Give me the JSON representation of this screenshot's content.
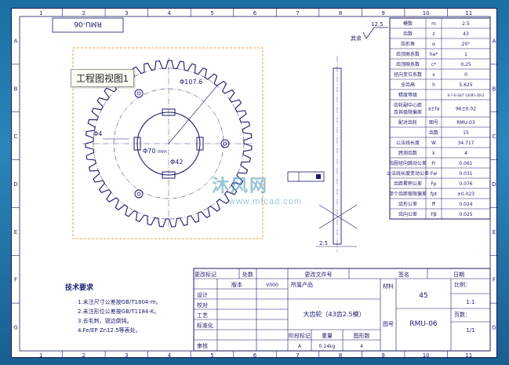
{
  "drawing": {
    "part_code_top": "RMU-06",
    "view_label": "工程图视图1",
    "dim_outer_dia": "Φ107.6",
    "dim_bore": "Φ70",
    "dim_bore_unit": "mm",
    "dim_hole_a": "Φ4",
    "dim_hole_b": "Φ42",
    "surface_finish": "12.5",
    "surface_finish_label": "其余",
    "side_dim": "2.5"
  },
  "border": {
    "columns": [
      "1",
      "2",
      "3",
      "4",
      "5",
      "6",
      "7",
      "8",
      "9",
      "10",
      "11"
    ],
    "rows": [
      "A",
      "B",
      "C",
      "D",
      "E",
      "F",
      "G"
    ]
  },
  "param_table": [
    {
      "name": "模数",
      "sym": "m",
      "val": "2.5"
    },
    {
      "name": "齿数",
      "sym": "z",
      "val": "43"
    },
    {
      "name": "齿形角",
      "sym": "α",
      "val": "20°"
    },
    {
      "name": "齿顶高系数",
      "sym": "ha*",
      "val": "1"
    },
    {
      "name": "齿顶隙系数",
      "sym": "c*",
      "val": "0.25"
    },
    {
      "name": "径向变位系数",
      "sym": "x",
      "val": "0"
    },
    {
      "name": "全齿高",
      "sym": "h",
      "val": "5.625"
    },
    {
      "name": "精度等级",
      "sym": "",
      "val": "8-7-8 GB/T 10095-2001"
    },
    {
      "name": "齿轮副中心距及其极限偏差",
      "sym": "a±fa",
      "val": "96±0.02"
    },
    {
      "name": "配对齿轮",
      "sym": "图号",
      "val": "RMU-03"
    },
    {
      "name": "",
      "sym": "齿数",
      "val": "15"
    },
    {
      "name": "公法线长度",
      "sym": "W",
      "val": "34.717"
    },
    {
      "name": "跨测齿数",
      "sym": "k",
      "val": "4"
    },
    {
      "name": "齿圈径向跳动公差",
      "sym": "Fr",
      "val": "0.061"
    },
    {
      "name": "公法线长度变动公差",
      "sym": "Fw",
      "val": "0.031"
    },
    {
      "name": "齿距累积公差",
      "sym": "Fp",
      "val": "0.076"
    },
    {
      "name": "单个齿距极限偏差",
      "sym": "fpt",
      "val": "±0.023"
    },
    {
      "name": "齿形公差",
      "sym": "ff",
      "val": "0.024"
    },
    {
      "name": "齿向公差",
      "sym": "Fβ",
      "val": "0.025"
    }
  ],
  "tech_req": {
    "title": "技术要求",
    "items": [
      "1.未注尺寸公差按GB/T1804-m。",
      "2.未注形位公差按GB/T1184-K。",
      "3.去毛刺，锐边倒钝。",
      "4.Fe/EP Zn12.5等表处。"
    ]
  },
  "title_block": {
    "header": {
      "mark": "更改标记",
      "count": "处数",
      "doc": "更改文件号",
      "sign": "签名",
      "date": "日期"
    },
    "left_rows": [
      {
        "label": "",
        "c1": "版本",
        "c2": "V000"
      },
      {
        "label": "设计",
        "c1": "",
        "c2": ""
      },
      {
        "label": "校对",
        "c1": "",
        "c2": ""
      },
      {
        "label": "工艺",
        "c1": "",
        "c2": ""
      },
      {
        "label": "标准化",
        "c1": "",
        "c2": ""
      },
      {
        "label": "审核",
        "c1": "",
        "c2": ""
      }
    ],
    "owner_label": "所属产品",
    "part_name": "大齿轮（43齿2.5模）",
    "material_label": "材料",
    "material_value": "45",
    "drawing_no_label": "图号",
    "drawing_no": "RMU-06",
    "scale_label": "比例：",
    "scale_value": "1:1",
    "pages_label": "页数：",
    "pages_value": "1/1",
    "bottom_headers": {
      "stage": "阶段标记",
      "weight": "重量",
      "qty": "图形数"
    },
    "stage_value": "A",
    "weight_value": "0.14kg",
    "qty_value": "4"
  },
  "watermark": {
    "main": "沐风网",
    "sub": "www.mfcad.com"
  }
}
